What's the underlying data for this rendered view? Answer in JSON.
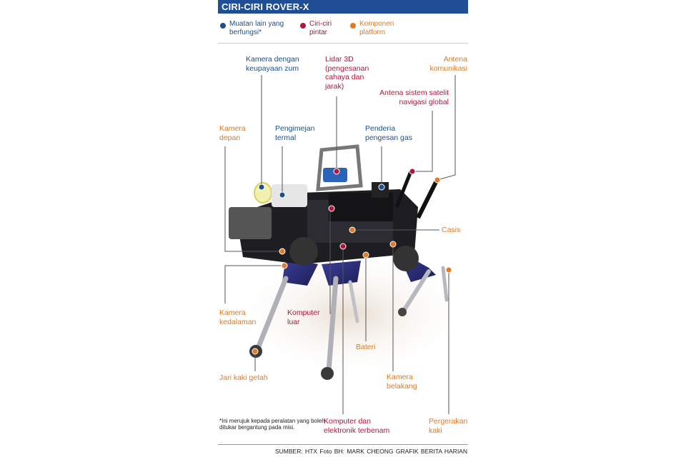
{
  "title": "CIRI-CIRI ROVER-X",
  "colors": {
    "blue": "#1e4f8a",
    "red": "#b0173a",
    "orange": "#e07a25",
    "title_bg": "#1f4e96"
  },
  "legend": [
    {
      "line1": "Muatan lain yang",
      "line2": "berfungsi*",
      "color": "#1e4f8a"
    },
    {
      "line1": "Ciri-ciri",
      "line2": "pintar",
      "color": "#b0173a"
    },
    {
      "line1": "Komponen",
      "line2": "platform",
      "color": "#e07a25"
    }
  ],
  "labels": {
    "kamera_zum": [
      "Kamera dengan",
      "keupayaan zum"
    ],
    "lidar": [
      "Lidar 3D",
      "(pengesanan",
      "cahaya dan",
      "jarak)"
    ],
    "antena_kom": [
      "Antena",
      "komunikasi"
    ],
    "antena_gps": [
      "Antena sistem satelit",
      "navigasi global"
    ],
    "kamera_depan": [
      "Kamera",
      "depan"
    ],
    "pengimejan": [
      "Pengimejan",
      "termal"
    ],
    "penderia_gas": [
      "Penderia",
      "pengesan gas"
    ],
    "casis": [
      "Casis"
    ],
    "kamera_kedalaman": [
      "Kamera",
      "kedalaman"
    ],
    "komputer_luar": [
      "Komputer",
      "luar"
    ],
    "bateri": [
      "Bateri"
    ],
    "jari_kaki": [
      "Jari kaki getah"
    ],
    "kamera_belakang": [
      "Kamera",
      "belakang"
    ],
    "komputer_elektronik": [
      "Komputer dan",
      "elektronik terbenam"
    ],
    "pergerakan_kaki": [
      "Pergerakan",
      "kaki"
    ]
  },
  "footnote": "*Ini merujuk kepada peralatan yang boleh ditukar bergantung pada misi.",
  "credit": "SUMBER: HTX   Foto BH: MARK CHEONG   GRAFIK BERITA HARIAN"
}
